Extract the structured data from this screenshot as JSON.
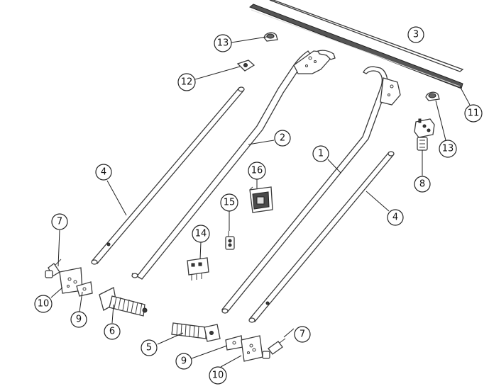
{
  "callouts": [
    {
      "id": "c1",
      "label": "1"
    },
    {
      "id": "c2",
      "label": "2"
    },
    {
      "id": "c3",
      "label": "3"
    },
    {
      "id": "c4a",
      "label": "4"
    },
    {
      "id": "c4b",
      "label": "4"
    },
    {
      "id": "c5",
      "label": "5"
    },
    {
      "id": "c6",
      "label": "6"
    },
    {
      "id": "c7a",
      "label": "7"
    },
    {
      "id": "c7b",
      "label": "7"
    },
    {
      "id": "c8",
      "label": "8"
    },
    {
      "id": "c9a",
      "label": "9"
    },
    {
      "id": "c9b",
      "label": "9"
    },
    {
      "id": "c10a",
      "label": "10"
    },
    {
      "id": "c10b",
      "label": "10"
    },
    {
      "id": "c11",
      "label": "11"
    },
    {
      "id": "c12",
      "label": "12"
    },
    {
      "id": "c13a",
      "label": "13"
    },
    {
      "id": "c13b",
      "label": "13"
    },
    {
      "id": "c14",
      "label": "14"
    },
    {
      "id": "c15",
      "label": "15"
    },
    {
      "id": "c16",
      "label": "16"
    }
  ]
}
